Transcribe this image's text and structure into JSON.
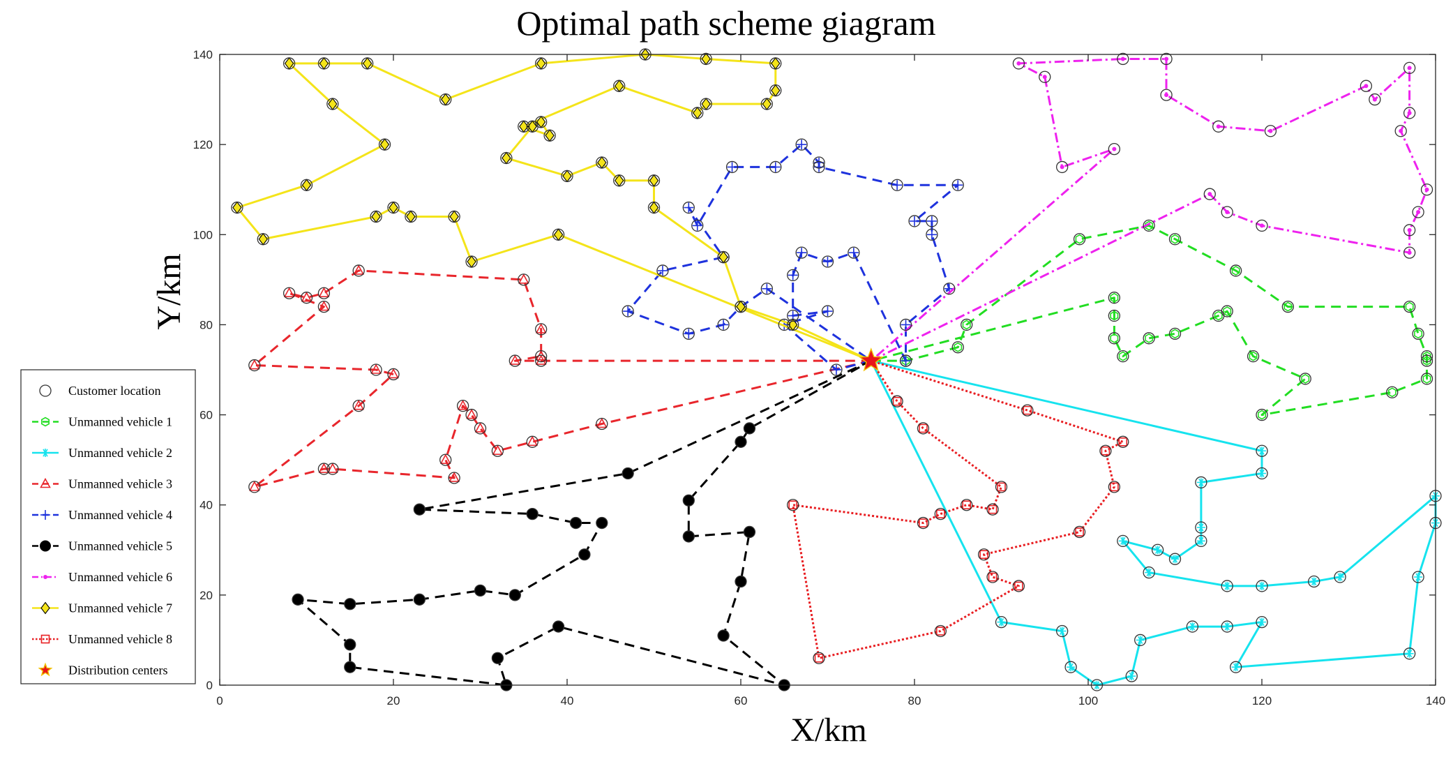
{
  "chart_data": {
    "type": "line",
    "title": "Optimal  path scheme giagram",
    "xlabel": "X/km",
    "ylabel": "Y/km",
    "xlim": [
      0,
      140
    ],
    "ylim": [
      0,
      140
    ],
    "xticks": [
      "0",
      "20",
      "40",
      "60",
      "80",
      "100",
      "120",
      "140"
    ],
    "yticks": [
      "0",
      "20",
      "40",
      "60",
      "80",
      "100",
      "120",
      "140"
    ],
    "grid": false,
    "legend_position": "left",
    "depot": {
      "name": "Distribution centers",
      "x": 75,
      "y": 72,
      "color": "#e8141a",
      "edge_color": "#f2c200"
    },
    "customers_legend": "Customer location",
    "series": [
      {
        "name": "Unmanned vehicle 1",
        "color": "#22dd22",
        "dash": "dashed",
        "marker": "hexagon",
        "points": [
          [
            75,
            72
          ],
          [
            79,
            72
          ],
          [
            85,
            75
          ],
          [
            86,
            80
          ],
          [
            99,
            99
          ],
          [
            107,
            102
          ],
          [
            110,
            99
          ],
          [
            117,
            92
          ],
          [
            123,
            84
          ],
          [
            137,
            84
          ],
          [
            138,
            78
          ],
          [
            139,
            73
          ],
          [
            139,
            72
          ],
          [
            139,
            68
          ],
          [
            135,
            65
          ],
          [
            120,
            60
          ],
          [
            125,
            68
          ],
          [
            119,
            73
          ],
          [
            116,
            83
          ],
          [
            115,
            82
          ],
          [
            110,
            78
          ],
          [
            107,
            77
          ],
          [
            104,
            73
          ],
          [
            103,
            77
          ],
          [
            103,
            82
          ],
          [
            103,
            86
          ],
          [
            75,
            72
          ]
        ]
      },
      {
        "name": "Unmanned vehicle 2",
        "color": "#16e3ee",
        "dash": "solid",
        "marker": "asterisk",
        "points": [
          [
            75,
            72
          ],
          [
            120,
            52
          ],
          [
            120,
            47
          ],
          [
            113,
            45
          ],
          [
            113,
            35
          ],
          [
            113,
            32
          ],
          [
            110,
            28
          ],
          [
            108,
            30
          ],
          [
            104,
            32
          ],
          [
            107,
            25
          ],
          [
            116,
            22
          ],
          [
            120,
            22
          ],
          [
            126,
            23
          ],
          [
            129,
            24
          ],
          [
            140,
            42
          ],
          [
            140,
            36
          ],
          [
            138,
            24
          ],
          [
            137,
            7
          ],
          [
            117,
            4
          ],
          [
            120,
            14
          ],
          [
            116,
            13
          ],
          [
            112,
            13
          ],
          [
            106,
            10
          ],
          [
            105,
            2
          ],
          [
            101,
            0
          ],
          [
            98,
            4
          ],
          [
            97,
            12
          ],
          [
            90,
            14
          ],
          [
            75,
            72
          ]
        ]
      },
      {
        "name": "Unmanned vehicle 3",
        "color": "#e8262c",
        "dash": "dashed",
        "marker": "triangle",
        "points": [
          [
            75,
            72
          ],
          [
            37,
            72
          ],
          [
            34,
            72
          ],
          [
            37,
            73
          ],
          [
            37,
            79
          ],
          [
            35,
            90
          ],
          [
            16,
            92
          ],
          [
            12,
            87
          ],
          [
            10,
            86
          ],
          [
            8,
            87
          ],
          [
            12,
            84
          ],
          [
            4,
            71
          ],
          [
            18,
            70
          ],
          [
            20,
            69
          ],
          [
            16,
            62
          ],
          [
            4,
            44
          ],
          [
            12,
            48
          ],
          [
            13,
            48
          ],
          [
            27,
            46
          ],
          [
            26,
            50
          ],
          [
            28,
            62
          ],
          [
            29,
            60
          ],
          [
            30,
            57
          ],
          [
            32,
            52
          ],
          [
            36,
            54
          ],
          [
            44,
            58
          ],
          [
            75,
            72
          ]
        ]
      },
      {
        "name": "Unmanned vehicle 4",
        "color": "#1e32dd",
        "dash": "dashed",
        "marker": "plus",
        "points": [
          [
            75,
            72
          ],
          [
            71,
            70
          ],
          [
            65,
            80
          ],
          [
            70,
            83
          ],
          [
            66,
            82
          ],
          [
            66,
            91
          ],
          [
            67,
            96
          ],
          [
            70,
            94
          ],
          [
            73,
            96
          ],
          [
            79,
            72
          ],
          [
            79,
            80
          ],
          [
            84,
            88
          ],
          [
            82,
            100
          ],
          [
            82,
            103
          ],
          [
            80,
            103
          ],
          [
            85,
            111
          ],
          [
            78,
            111
          ],
          [
            69,
            115
          ],
          [
            69,
            116
          ],
          [
            67,
            120
          ],
          [
            64,
            115
          ],
          [
            59,
            115
          ],
          [
            55,
            102
          ],
          [
            54,
            106
          ],
          [
            58,
            95
          ],
          [
            51,
            92
          ],
          [
            47,
            83
          ],
          [
            54,
            78
          ],
          [
            58,
            80
          ],
          [
            60,
            84
          ],
          [
            63,
            88
          ],
          [
            75,
            72
          ]
        ]
      },
      {
        "name": "Unmanned vehicle 5",
        "color": "#000000",
        "dash": "dashed",
        "marker": "circle",
        "points": [
          [
            75,
            72
          ],
          [
            47,
            47
          ],
          [
            23,
            39
          ],
          [
            36,
            38
          ],
          [
            41,
            36
          ],
          [
            44,
            36
          ],
          [
            42,
            29
          ],
          [
            34,
            20
          ],
          [
            30,
            21
          ],
          [
            23,
            19
          ],
          [
            15,
            18
          ],
          [
            9,
            19
          ],
          [
            15,
            9
          ],
          [
            15,
            4
          ],
          [
            33,
            0
          ],
          [
            32,
            6
          ],
          [
            39,
            13
          ],
          [
            65,
            0
          ],
          [
            58,
            11
          ],
          [
            60,
            23
          ],
          [
            61,
            34
          ],
          [
            54,
            33
          ],
          [
            54,
            41
          ],
          [
            60,
            54
          ],
          [
            61,
            57
          ],
          [
            75,
            72
          ]
        ]
      },
      {
        "name": "Unmanned vehicle 6",
        "color": "#ee22ee",
        "dash": "dashdot",
        "marker": "point",
        "points": [
          [
            75,
            72
          ],
          [
            114,
            109
          ],
          [
            116,
            105
          ],
          [
            120,
            102
          ],
          [
            137,
            96
          ],
          [
            137,
            101
          ],
          [
            138,
            105
          ],
          [
            139,
            110
          ],
          [
            136,
            123
          ],
          [
            137,
            127
          ],
          [
            137,
            137
          ],
          [
            133,
            130
          ],
          [
            132,
            133
          ],
          [
            121,
            123
          ],
          [
            115,
            124
          ],
          [
            109,
            131
          ],
          [
            109,
            139
          ],
          [
            104,
            139
          ],
          [
            92,
            138
          ],
          [
            95,
            135
          ],
          [
            97,
            115
          ],
          [
            103,
            119
          ],
          [
            75,
            72
          ]
        ]
      },
      {
        "name": "Unmanned vehicle 7",
        "color": "#f4e41a",
        "dash": "solid",
        "marker": "diamond",
        "points": [
          [
            75,
            72
          ],
          [
            66,
            80
          ],
          [
            60,
            84
          ],
          [
            58,
            95
          ],
          [
            50,
            106
          ],
          [
            50,
            112
          ],
          [
            46,
            112
          ],
          [
            44,
            116
          ],
          [
            40,
            113
          ],
          [
            33,
            117
          ],
          [
            36,
            124
          ],
          [
            37,
            125
          ],
          [
            38,
            122
          ],
          [
            35,
            124
          ],
          [
            46,
            133
          ],
          [
            55,
            127
          ],
          [
            56,
            129
          ],
          [
            63,
            129
          ],
          [
            64,
            132
          ],
          [
            64,
            138
          ],
          [
            56,
            139
          ],
          [
            49,
            140
          ],
          [
            37,
            138
          ],
          [
            26,
            130
          ],
          [
            17,
            138
          ],
          [
            12,
            138
          ],
          [
            8,
            138
          ],
          [
            13,
            129
          ],
          [
            19,
            120
          ],
          [
            10,
            111
          ],
          [
            2,
            106
          ],
          [
            5,
            99
          ],
          [
            18,
            104
          ],
          [
            20,
            106
          ],
          [
            22,
            104
          ],
          [
            27,
            104
          ],
          [
            29,
            94
          ],
          [
            39,
            100
          ],
          [
            75,
            72
          ]
        ]
      },
      {
        "name": "Unmanned vehicle 8",
        "color": "#e81e22",
        "dash": "dotted",
        "marker": "square",
        "points": [
          [
            75,
            72
          ],
          [
            78,
            63
          ],
          [
            81,
            57
          ],
          [
            90,
            44
          ],
          [
            89,
            39
          ],
          [
            86,
            40
          ],
          [
            83,
            38
          ],
          [
            81,
            36
          ],
          [
            66,
            40
          ],
          [
            69,
            6
          ],
          [
            83,
            12
          ],
          [
            92,
            22
          ],
          [
            89,
            24
          ],
          [
            88,
            29
          ],
          [
            99,
            34
          ],
          [
            103,
            44
          ],
          [
            102,
            52
          ],
          [
            104,
            54
          ],
          [
            93,
            61
          ],
          [
            75,
            72
          ]
        ]
      }
    ]
  }
}
